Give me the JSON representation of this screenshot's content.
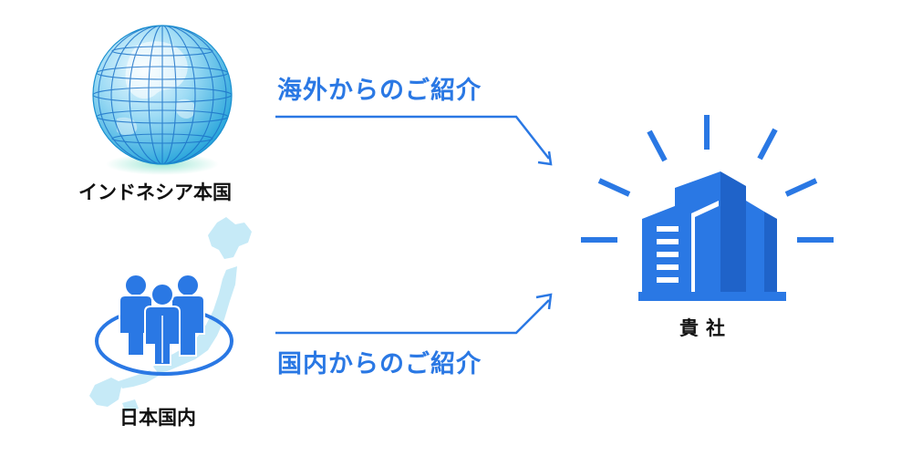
{
  "colors": {
    "accent": "#2a78e4",
    "globe_light": "#dff4fc",
    "globe_mid": "#7dcff1",
    "globe_deep": "#1a9fd8",
    "map_fill": "#c6eaf7",
    "label_text": "#111111"
  },
  "sources": [
    {
      "label": "インドネシア本国",
      "icon": "globe-icon"
    },
    {
      "label": "日本国内",
      "icon": "people-on-japan-map-icon"
    }
  ],
  "routes": [
    {
      "label": "海外からのご紹介"
    },
    {
      "label": "国内からのご紹介"
    }
  ],
  "target": {
    "label": "貴社",
    "icon": "office-building-icon"
  }
}
